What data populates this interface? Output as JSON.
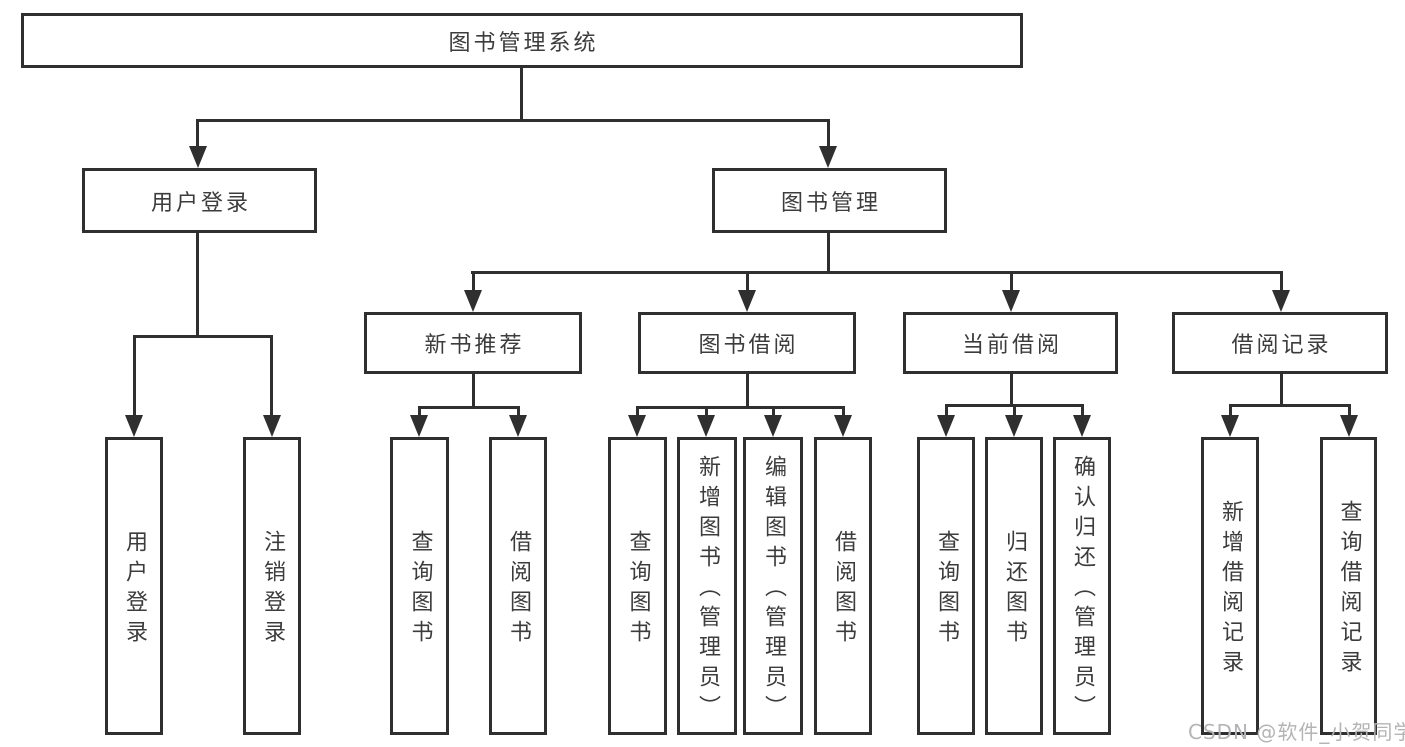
{
  "title": {
    "label": "图书管理系统"
  },
  "level2": [
    {
      "label": "用户登录"
    },
    {
      "label": "图书管理"
    }
  ],
  "level3": [
    {
      "label": "新书推荐"
    },
    {
      "label": "图书借阅"
    },
    {
      "label": "当前借阅"
    },
    {
      "label": "借阅记录"
    }
  ],
  "leaves": {
    "user_login": [
      {
        "label": "用户登录"
      },
      {
        "label": "注销登录"
      }
    ],
    "new_book_recommend": [
      {
        "label": "查询图书"
      },
      {
        "label": "借阅图书"
      }
    ],
    "book_borrow": [
      {
        "label": "查询图书"
      },
      {
        "label": "新增图书（管理员）"
      },
      {
        "label": "编辑图书（管理员）"
      },
      {
        "label": "借阅图书"
      }
    ],
    "current_borrow": [
      {
        "label": "查询图书"
      },
      {
        "label": "归还图书"
      },
      {
        "label": "确认归还（管理员）"
      }
    ],
    "borrow_records": [
      {
        "label": "新增借阅记录"
      },
      {
        "label": "查询借阅记录"
      }
    ]
  },
  "watermark": {
    "text": "CSDN @软件_小贺同学"
  },
  "colors": {
    "line": "#2f2f2f",
    "text": "#3c3c3c",
    "watermark": "#b5b3b6",
    "background": "#ffffff"
  }
}
